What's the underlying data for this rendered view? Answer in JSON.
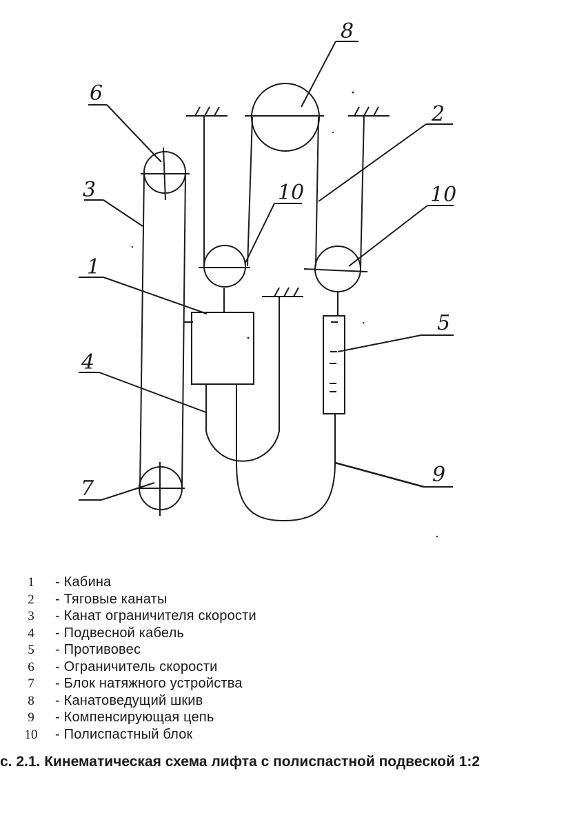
{
  "diagram": {
    "callouts": [
      "1",
      "2",
      "3",
      "4",
      "5",
      "6",
      "7",
      "8",
      "9",
      "10",
      "10"
    ]
  },
  "legend": [
    {
      "num": "1",
      "text": "- Кабина"
    },
    {
      "num": "2",
      "text": "- Тяговые канаты"
    },
    {
      "num": "3",
      "text": "- Канат ограничителя скорости"
    },
    {
      "num": "4",
      "text": "- Подвесной кабель"
    },
    {
      "num": "5",
      "text": "- Противовес"
    },
    {
      "num": "6",
      "text": "- Ограничитель скорости"
    },
    {
      "num": "7",
      "text": "- Блок натяжного устройства"
    },
    {
      "num": "8",
      "text": "- Канатоведущий шкив"
    },
    {
      "num": "9",
      "text": "- Компенсирующая цепь"
    },
    {
      "num": "10",
      "text": "- Полиспастный блок"
    }
  ],
  "caption": "с. 2.1. Кинематическая схема лифта с полиспастной подвеской 1:2"
}
